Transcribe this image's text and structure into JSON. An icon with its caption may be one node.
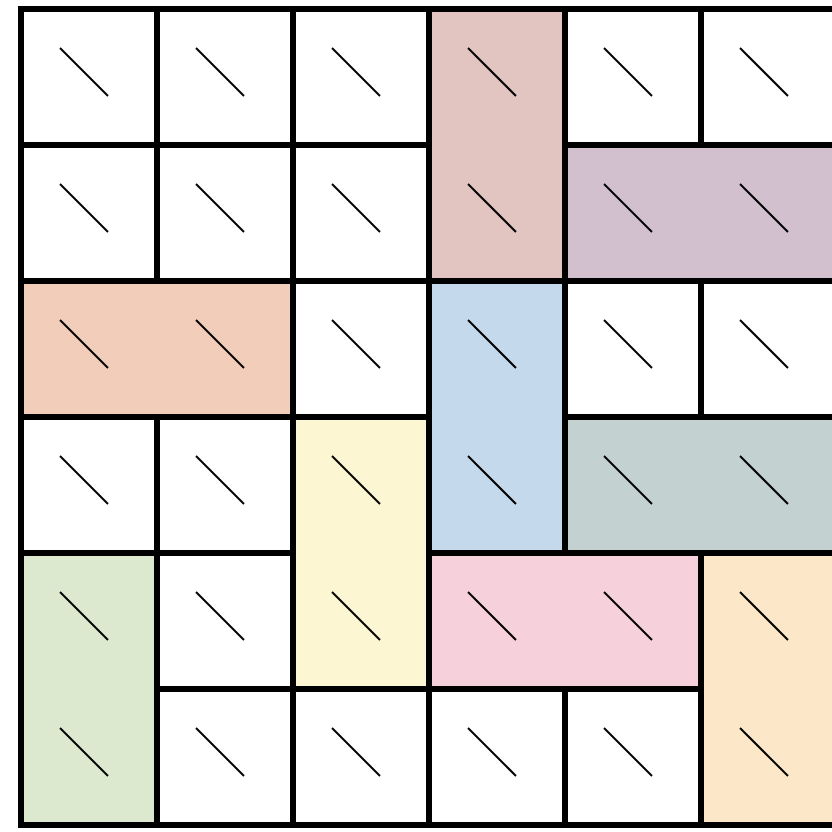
{
  "diagram": {
    "nodes": [
      {
        "text": [],
        "shape": "box"
      },
      {
        "text": [],
        "shape": "box"
      },
      {
        "text": [],
        "shape": "box"
      },
      {
        "text": [],
        "shape": "box"
      },
      {
        "text": [],
        "shape": "box"
      },
      {
        "text": [],
        "shape": "box"
      },
      {
        "text": [],
        "shape": "box"
      },
      {
        "text": [],
        "shape": "box"
      },
      {
        "text": [],
        "shape": "box"
      },
      {
        "text": [],
        "shape": "box"
      },
      {
        "text": [],
        "shape": "box"
      },
      {
        "text": [],
        "shape": "box"
      },
      {
        "text": [],
        "shape": "box"
      },
      {
        "text": [],
        "shape": "box"
      },
      {
        "text": [],
        "shape": "box"
      },
      {
        "text": [],
        "shape": "box"
      },
      {
        "text": [],
        "shape": "box"
      },
      {
        "text": [],
        "shape": "box"
      },
      {
        "text": [],
        "shape": "box"
      },
      {
        "text": [],
        "shape": "box"
      },
      {
        "text": [],
        "shape": "box"
      },
      {
        "text": [],
        "shape": "box"
      },
      {
        "text": [],
        "shape": "box"
      },
      {
        "text": [],
        "shape": "box"
      },
      {
        "text": [],
        "shape": "box"
      },
      {
        "text": [],
        "shape": "box"
      },
      {
        "text": [],
        "shape": "box"
      }
    ]
  }
}
